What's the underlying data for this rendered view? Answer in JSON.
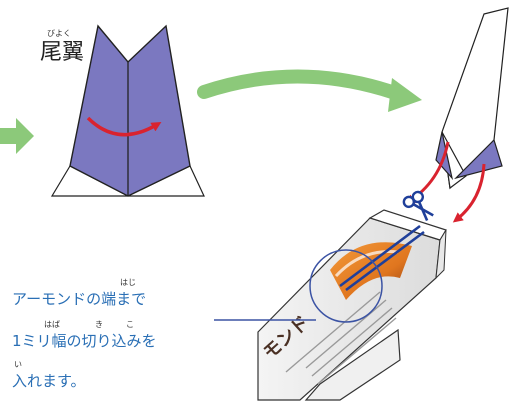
{
  "title_label": {
    "ruby": "びよく",
    "text": "尾翼"
  },
  "caption": {
    "line1": "アーモンドの端まで",
    "line1_ruby": "はじ",
    "line2": "1ミリ幅の切り込みを",
    "line2_ruby_1": "はば",
    "line2_ruby_2": "き",
    "line2_ruby_3": "こ",
    "line3": "入れます。",
    "line3_ruby": "い"
  },
  "box_print": {
    "partial_text": "モンド"
  },
  "colors": {
    "wing_fill": "#7b78c0",
    "wing_stroke": "#222222",
    "arrow_green": "#8cc97a",
    "arrow_red": "#d9232f",
    "callout_blue": "#3b53a4",
    "scissors_blue": "#1f3f9a",
    "caption_blue": "#2a6fb5",
    "box_orange": "#e0761f"
  },
  "icons": [
    "scissors-icon",
    "rotate-arrow-icon",
    "curved-arrow-icon"
  ]
}
